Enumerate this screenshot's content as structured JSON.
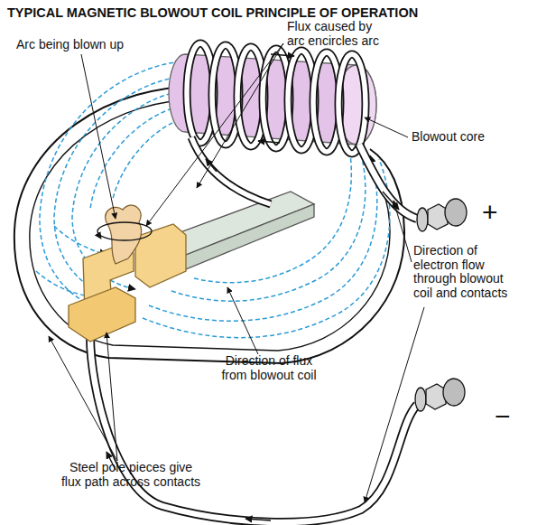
{
  "diagram": {
    "title": "TYPICAL MAGNETIC BLOWOUT COIL PRINCIPLE OF OPERATION",
    "labels": [
      "Arc being blown up",
      "Flux caused by arc encircles arc",
      "Blowout core",
      "+",
      "Direction of electron flow through blowout coil and contacts",
      "−",
      "Direction of flux from blowout coil",
      "Steel pole pieces give flux path across contacts"
    ]
  }
}
